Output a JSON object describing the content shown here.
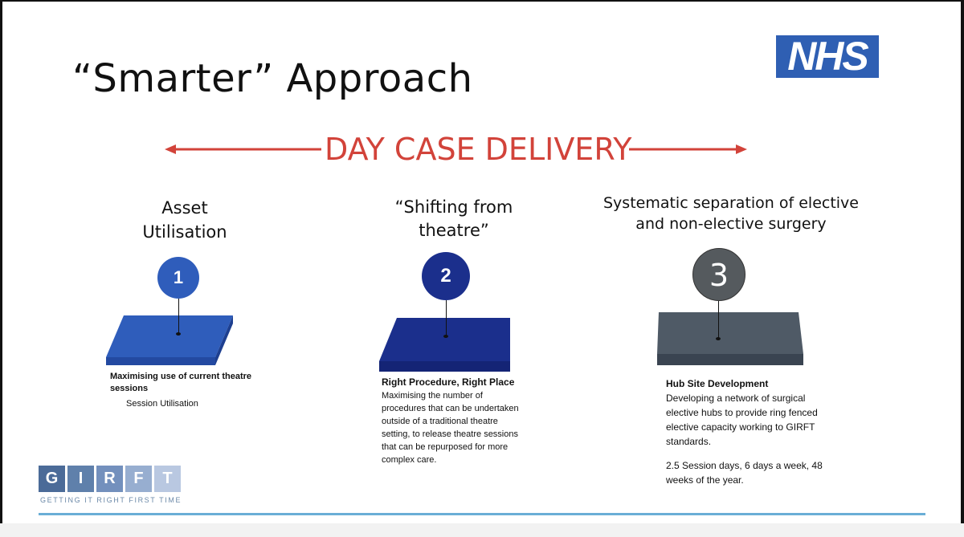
{
  "slide": {
    "title": "“Smarter” Approach",
    "banner": "DAY CASE DELIVERY"
  },
  "logos": {
    "nhs": "NHS",
    "girft_letters": [
      "G",
      "I",
      "R",
      "F",
      "T"
    ],
    "girft_tagline": "GETTING IT RIGHT FIRST TIME"
  },
  "colors": {
    "banner_red": "#d2433a",
    "nhs_blue": "#2f5fb3",
    "step1_blue": "#2f5dbb",
    "step2_navy": "#1b2f8c",
    "step3_slate": "#555a5e",
    "girft_letter_colors": [
      "#4b6b98",
      "#5f80ab",
      "#7390bd",
      "#97aed0",
      "#b9c8e1"
    ]
  },
  "steps": [
    {
      "number": "1",
      "heading": [
        "Asset",
        "Utilisation"
      ],
      "title": "Maximising use of current theatre sessions",
      "body": "Session Utilisation"
    },
    {
      "number": "2",
      "heading": [
        "“Shifting from",
        "theatre”"
      ],
      "title": "Right Procedure, Right Place",
      "body": "Maximising the number of procedures that can be undertaken outside of a traditional theatre setting, to release theatre sessions that can be repurposed for more complex care."
    },
    {
      "number": "3",
      "heading": [
        "Systematic separation of elective",
        "and non-elective surgery"
      ],
      "title": "Hub Site Development",
      "body": "Developing a network of surgical elective hubs to provide ring fenced elective capacity working to GIRFT standards.",
      "extra": "2.5 Session days, 6 days a week, 48 weeks of the year."
    }
  ]
}
